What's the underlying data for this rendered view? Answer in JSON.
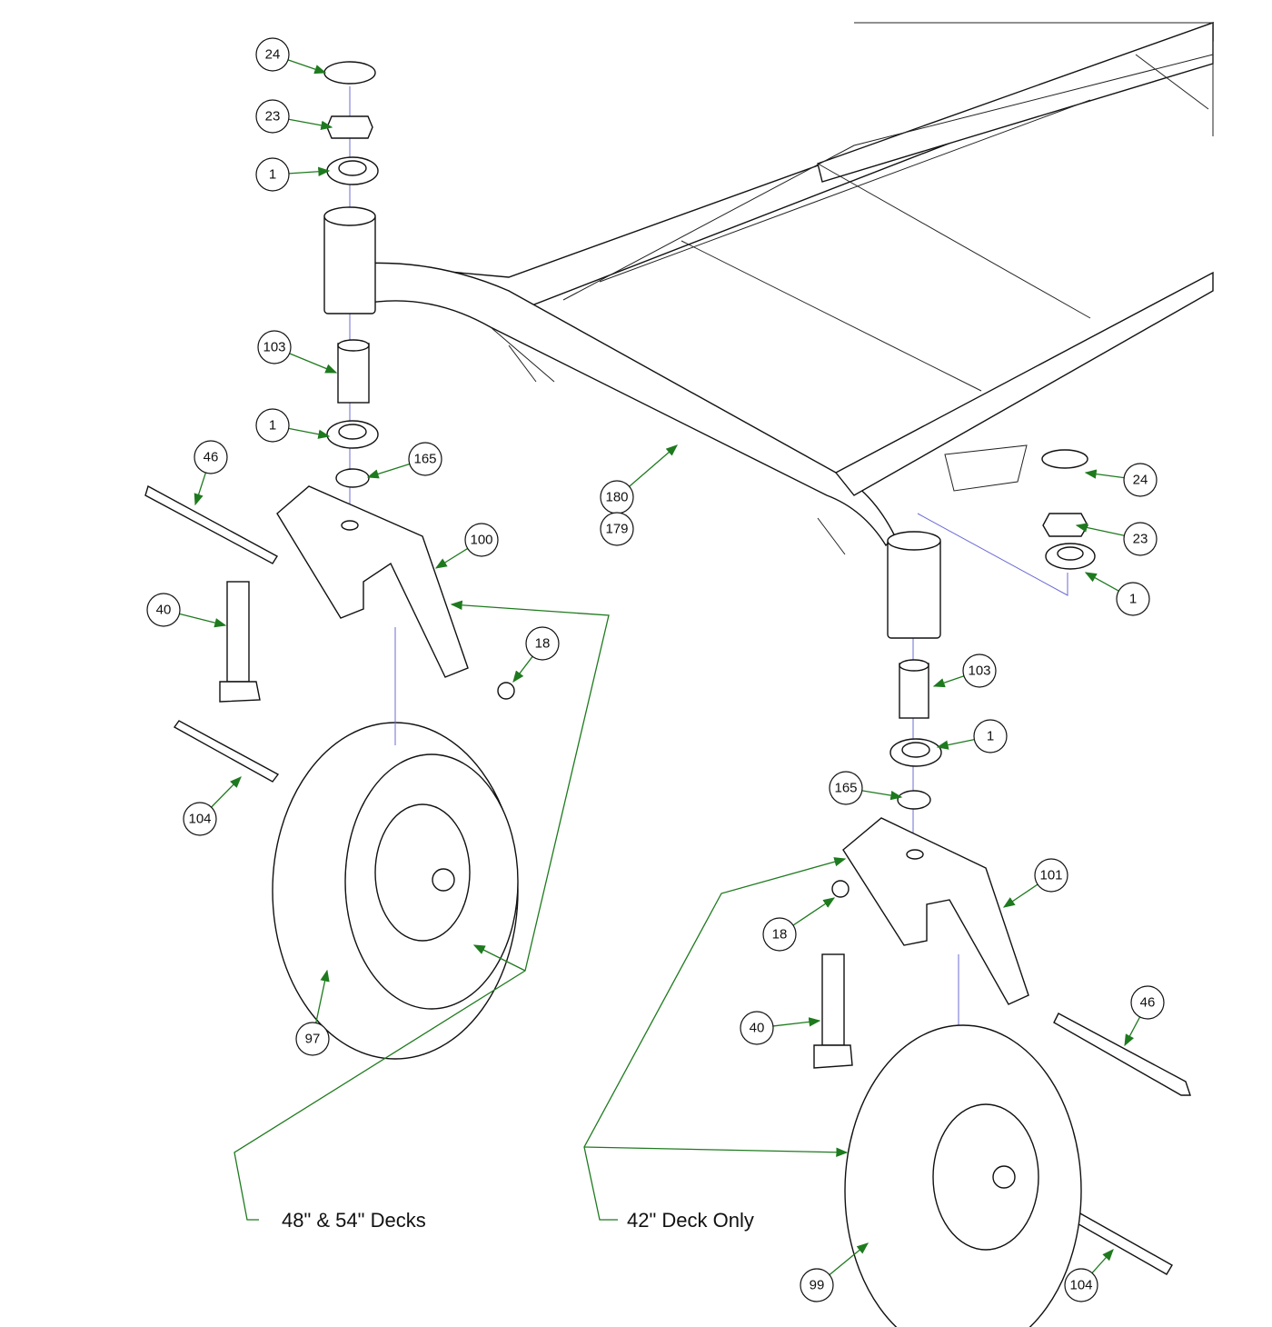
{
  "callouts": [
    "24",
    "23",
    "1",
    "103",
    "1",
    "165",
    "46",
    "100",
    "40",
    "18",
    "104",
    "97",
    "180",
    "179",
    "24",
    "23",
    "1",
    "103",
    "1",
    "165",
    "101",
    "18",
    "40",
    "46",
    "99",
    "104"
  ],
  "deck_labels": {
    "left": "48\" & 54\" Decks",
    "right": "42\" Deck Only"
  },
  "colors": {
    "leader": "#1e7a1e",
    "centerline": "#6b6bd6"
  }
}
